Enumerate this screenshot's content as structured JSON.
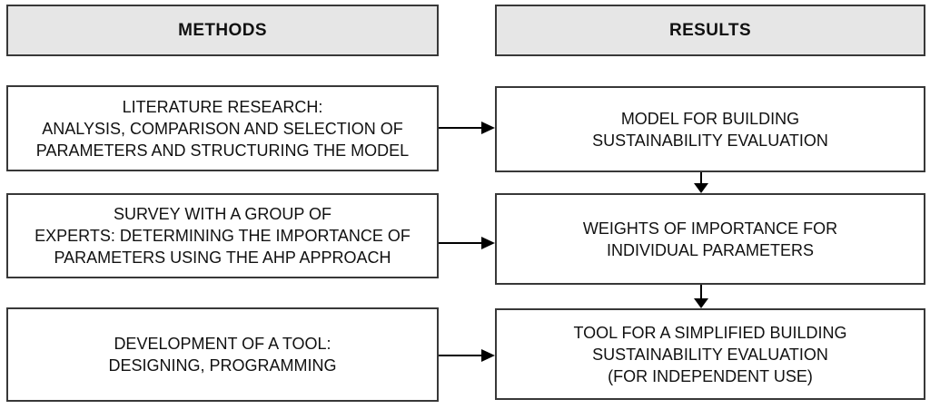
{
  "diagram": {
    "colors": {
      "background": "#ffffff",
      "header_fill": "#e6e6e6",
      "box_fill": "#ffffff",
      "border": "#383838",
      "arrow": "#000000",
      "text": "#111111"
    },
    "headers": {
      "methods": "METHODS",
      "results": "RESULTS"
    },
    "methods": {
      "boxes": [
        {
          "text": "LITERATURE RESEARCH:\nANALYSIS, COMPARISON AND SELECTION OF\nPARAMETERS AND STRUCTURING THE MODEL"
        },
        {
          "text": "SURVEY WITH A GROUP OF\nEXPERTS: DETERMINING THE IMPORTANCE OF\nPARAMETERS USING THE AHP APPROACH"
        },
        {
          "text": "DEVELOPMENT OF A TOOL:\nDESIGNING, PROGRAMMING"
        }
      ]
    },
    "results": {
      "boxes": [
        {
          "text": "MODEL FOR BUILDING\nSUSTAINABILITY EVALUATION"
        },
        {
          "text": "WEIGHTS OF IMPORTANCE FOR\nINDIVIDUAL PARAMETERS"
        },
        {
          "text": "TOOL FOR A SIMPLIFIED BUILDING\nSUSTAINABILITY EVALUATION\n(FOR INDEPENDENT USE)"
        }
      ]
    },
    "connections": [
      {
        "from": "methods-box-1",
        "to": "results-box-1",
        "direction": "right"
      },
      {
        "from": "methods-box-2",
        "to": "results-box-2",
        "direction": "right"
      },
      {
        "from": "methods-box-3",
        "to": "results-box-3",
        "direction": "right"
      },
      {
        "from": "results-box-1",
        "to": "results-box-2",
        "direction": "down"
      },
      {
        "from": "results-box-2",
        "to": "results-box-3",
        "direction": "down"
      }
    ]
  }
}
